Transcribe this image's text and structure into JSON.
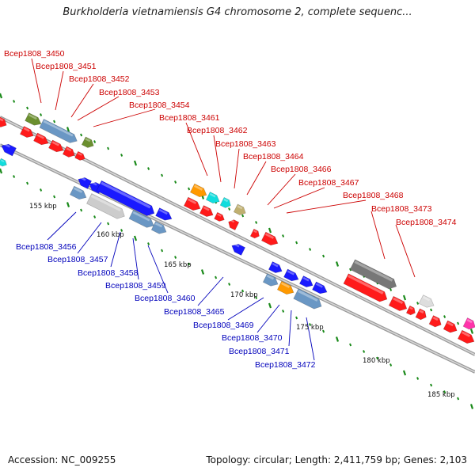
{
  "title": "Burkholderia vietnamiensis G4 chromosome 2, complete sequenc...",
  "accession": "Accession: NC_009255",
  "summary": "Topology: circular; Length: 2,411,759 bp; Genes: 2,103",
  "colors": {
    "top_label": "#cc0000",
    "bottom_label": "#0000bb",
    "backbone": "#999999",
    "tick": "#1a8a1a"
  },
  "scale_labels": [
    "155 kbp",
    "160 kbp",
    "165 kbp",
    "170 kbp",
    "175 kbp",
    "180 kbp",
    "185 kbp"
  ],
  "top_labels": [
    "Bcep1808_3450",
    "Bcep1808_3451",
    "Bcep1808_3452",
    "Bcep1808_3453",
    "Bcep1808_3454",
    "Bcep1808_3461",
    "Bcep1808_3462",
    "Bcep1808_3463",
    "Bcep1808_3464",
    "Bcep1808_3466",
    "Bcep1808_3467",
    "Bcep1808_3468",
    "Bcep1808_3473",
    "Bcep1808_3474"
  ],
  "bottom_labels": [
    "Bcep1808_3456",
    "Bcep1808_3457",
    "Bcep1808_3458",
    "Bcep1808_3459",
    "Bcep1808_3460",
    "Bcep1808_3465",
    "Bcep1808_3469",
    "Bcep1808_3470",
    "Bcep1808_3471",
    "Bcep1808_3472"
  ]
}
